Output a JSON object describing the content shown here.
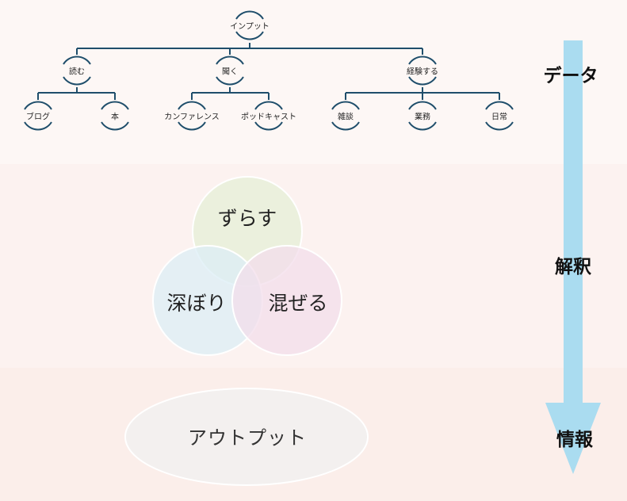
{
  "tree": {
    "root": "インプット",
    "branches": [
      {
        "label": "読む",
        "children": [
          "ブログ",
          "本"
        ]
      },
      {
        "label": "聞く",
        "children": [
          "カンファレンス",
          "ポッドキャスト"
        ]
      },
      {
        "label": "経験する",
        "children": [
          "雑談",
          "業務",
          "日常"
        ]
      }
    ]
  },
  "venn": {
    "top": "ずらす",
    "left": "深ぼり",
    "right": "混ぜる"
  },
  "output": "アウトプット",
  "stages": [
    "データ",
    "解釈",
    "情報"
  ],
  "colors": {
    "tree_line": "#1f4e6b",
    "arrow": "#aadcf0",
    "venn_top": "#e6efd8",
    "venn_left": "#dceef6",
    "venn_right": "#f3deeb",
    "output_fill": "#f3f0ef"
  }
}
